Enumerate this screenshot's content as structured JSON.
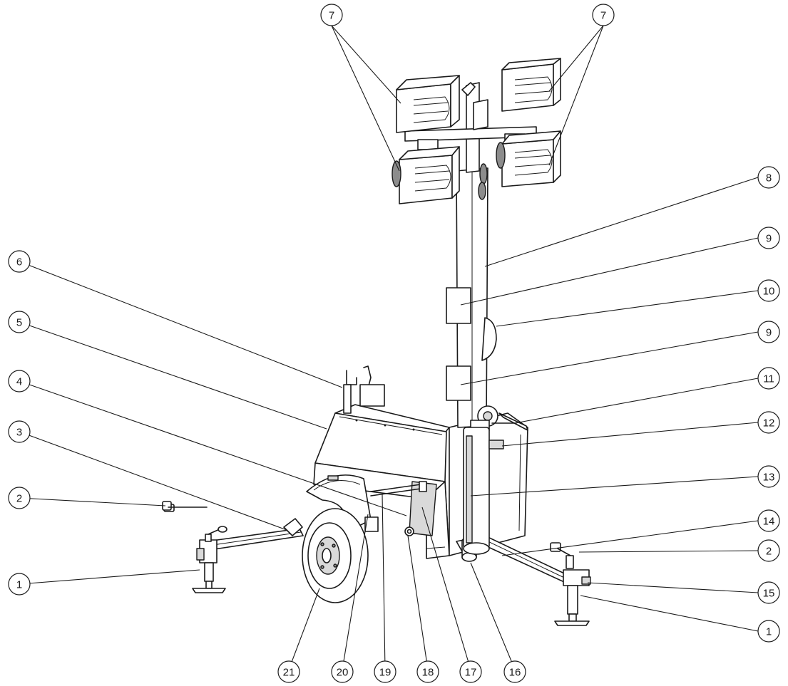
{
  "callouts": [
    {
      "id": "c7a",
      "label": "7"
    },
    {
      "id": "c7b",
      "label": "7"
    },
    {
      "id": "c8",
      "label": "8"
    },
    {
      "id": "c9a",
      "label": "9"
    },
    {
      "id": "c10",
      "label": "10"
    },
    {
      "id": "c9b",
      "label": "9"
    },
    {
      "id": "c11",
      "label": "11"
    },
    {
      "id": "c12",
      "label": "12"
    },
    {
      "id": "c13",
      "label": "13"
    },
    {
      "id": "c14",
      "label": "14"
    },
    {
      "id": "c2b",
      "label": "2"
    },
    {
      "id": "c15",
      "label": "15"
    },
    {
      "id": "c1b",
      "label": "1"
    },
    {
      "id": "c6",
      "label": "6"
    },
    {
      "id": "c5",
      "label": "5"
    },
    {
      "id": "c4",
      "label": "4"
    },
    {
      "id": "c3",
      "label": "3"
    },
    {
      "id": "c2a",
      "label": "2"
    },
    {
      "id": "c1a",
      "label": "1"
    },
    {
      "id": "c21",
      "label": "21"
    },
    {
      "id": "c20",
      "label": "20"
    },
    {
      "id": "c19",
      "label": "19"
    },
    {
      "id": "c18",
      "label": "18"
    },
    {
      "id": "c17",
      "label": "17"
    },
    {
      "id": "c16",
      "label": "16"
    }
  ]
}
